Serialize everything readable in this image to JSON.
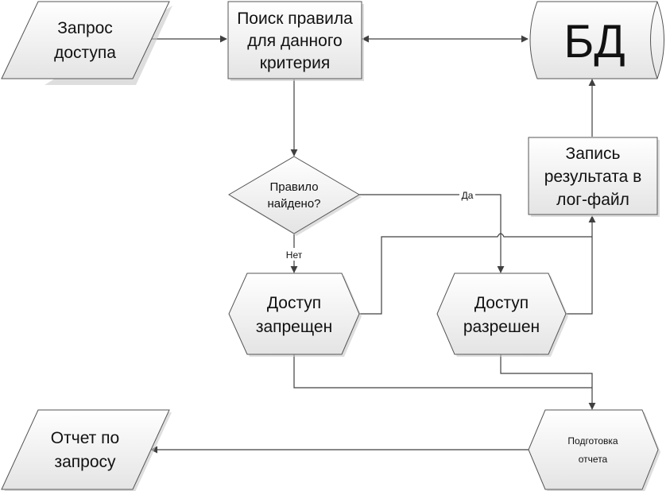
{
  "diagram": {
    "type": "flowchart",
    "nodes": {
      "access_request": {
        "shape": "parallelogram",
        "lines": [
          "Запрос",
          "доступа"
        ]
      },
      "search_rule": {
        "shape": "rectangle",
        "lines": [
          "Поиск правила",
          "для данного",
          "критерия"
        ]
      },
      "database": {
        "shape": "cylinder",
        "lines": [
          "БД"
        ]
      },
      "rule_found": {
        "shape": "diamond",
        "lines": [
          "Правило",
          "найдено?"
        ]
      },
      "log_write": {
        "shape": "rectangle",
        "lines": [
          "Запись",
          "результата в",
          "лог-файл"
        ]
      },
      "access_denied": {
        "shape": "hexagon",
        "lines": [
          "Доступ",
          "запрещен"
        ]
      },
      "access_granted": {
        "shape": "hexagon",
        "lines": [
          "Доступ",
          "разрешен"
        ]
      },
      "prepare_report": {
        "shape": "hexagon",
        "lines": [
          "Подготовка",
          "отчета"
        ]
      },
      "request_report": {
        "shape": "parallelogram",
        "lines": [
          "Отчет по",
          "запросу"
        ]
      }
    },
    "edges": [
      {
        "from": "access_request",
        "to": "search_rule",
        "label": ""
      },
      {
        "from": "search_rule",
        "to": "database",
        "label": "",
        "bidirectional": true
      },
      {
        "from": "search_rule",
        "to": "rule_found",
        "label": ""
      },
      {
        "from": "rule_found",
        "to": "access_granted",
        "label": "Да"
      },
      {
        "from": "rule_found",
        "to": "access_denied",
        "label": "Нет"
      },
      {
        "from": "access_denied",
        "to": "log_write",
        "label": ""
      },
      {
        "from": "access_granted",
        "to": "log_write",
        "label": ""
      },
      {
        "from": "log_write",
        "to": "database",
        "label": ""
      },
      {
        "from": "access_denied",
        "to": "prepare_report",
        "label": ""
      },
      {
        "from": "access_granted",
        "to": "prepare_report",
        "label": ""
      },
      {
        "from": "prepare_report",
        "to": "request_report",
        "label": ""
      }
    ],
    "colors": {
      "fill_top": "#ffffff",
      "fill_bottom": "#e6e6e6",
      "stroke": "#555555",
      "connector": "#404040"
    }
  }
}
